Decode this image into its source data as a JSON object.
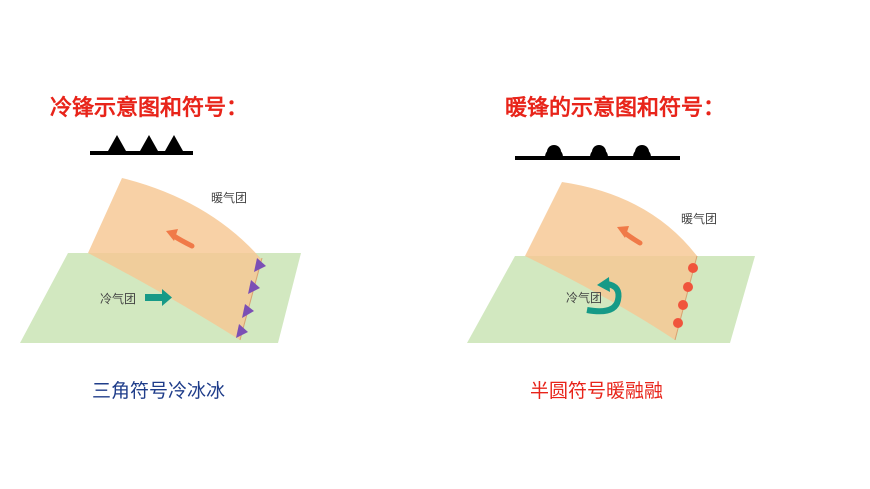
{
  "cold_front": {
    "title": "冷锋示意图和符号：",
    "warm_air_label": "暖气团",
    "cold_air_label": "冷气团",
    "caption": "三角符号冷冰冰",
    "caption_color": "#1f3d8a",
    "symbol_color": "#7b4fb5"
  },
  "warm_front": {
    "title": "暖锋的示意图和符号：",
    "warm_air_label": "暖气团",
    "cold_air_label": "冷气团",
    "caption": "半圆符号暖融融",
    "caption_color": "#e8241a",
    "symbol_color": "#f0543c"
  },
  "colors": {
    "title": "#e8241a",
    "ground": "#d2e8c0",
    "warm_air": "#f6cfa2",
    "cold_arrow": "#169a87",
    "warm_arrow": "#f07a48"
  }
}
